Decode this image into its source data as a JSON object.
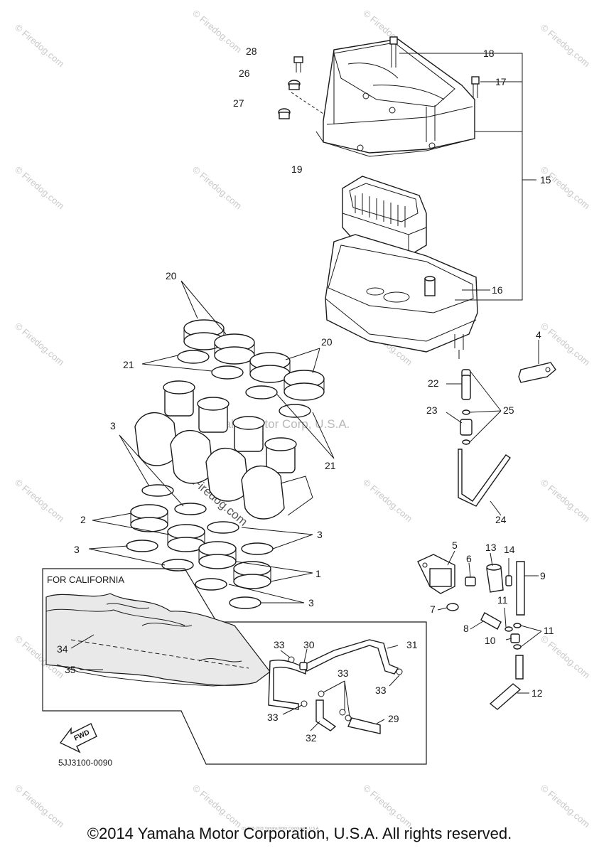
{
  "diagram": {
    "callouts": {
      "c1": "1",
      "c2": "2",
      "c3a": "3",
      "c3b": "3",
      "c3c": "3",
      "c3d": "3",
      "c4": "4",
      "c5": "5",
      "c6": "6",
      "c7": "7",
      "c8": "8",
      "c9": "9",
      "c10": "10",
      "c11a": "11",
      "c11b": "11",
      "c12": "12",
      "c13": "13",
      "c14": "14",
      "c15": "15",
      "c16": "16",
      "c17": "17",
      "c18": "18",
      "c19": "19",
      "c20a": "20",
      "c20b": "20",
      "c21a": "21",
      "c21b": "21",
      "c22": "22",
      "c23": "23",
      "c24": "24",
      "c25": "25",
      "c26": "26",
      "c27": "27",
      "c28": "28",
      "c29": "29",
      "c30": "30",
      "c31": "31",
      "c32": "32",
      "c33a": "33",
      "c33b": "33",
      "c33c": "33",
      "c33d": "33",
      "c34": "34",
      "c35": "35"
    },
    "california_box_title": "FOR CALIFORNIA",
    "fwd_label": "FWD",
    "reference_code": "5JJ3100-0090",
    "center_watermark": "Yamaha Motor Corp, U.S.A.",
    "diagonal_watermark": "Firedog.com",
    "corner_watermark": "© Firedog.com",
    "fine_print": "(c) 2005-2015 Yamaha Motor Corporation, U.S.A."
  },
  "footer": {
    "copyright": "©2014 Yamaha Motor Corporation, U.S.A. All rights reserved."
  }
}
